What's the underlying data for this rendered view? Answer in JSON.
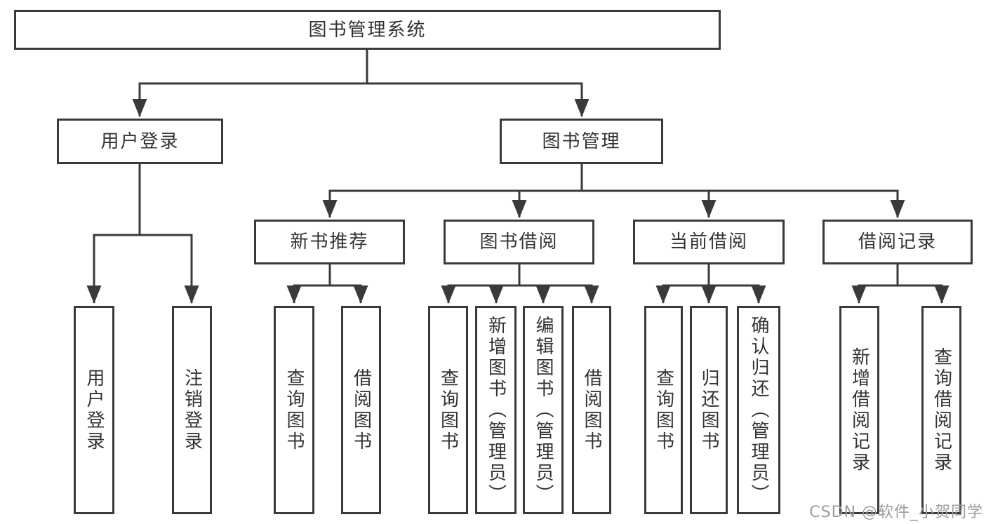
{
  "diagram_title": "图书管理系统",
  "colors": {
    "line": "#3a3a3a",
    "box_border": "#3a3a3a",
    "text": "#333333",
    "background": "#ffffff",
    "watermark": "#9d9d9d"
  },
  "tree": {
    "label": "图书管理系统",
    "children": [
      {
        "label": "用户登录",
        "children": [
          {
            "label": "用户登录"
          },
          {
            "label": "注销登录"
          }
        ]
      },
      {
        "label": "图书管理",
        "children": [
          {
            "label": "新书推荐",
            "children": [
              {
                "label": "查询图书"
              },
              {
                "label": "借阅图书"
              }
            ]
          },
          {
            "label": "图书借阅",
            "children": [
              {
                "label": "查询图书"
              },
              {
                "label": "新增图书（管理员）"
              },
              {
                "label": "编辑图书（管理员）"
              },
              {
                "label": "借阅图书"
              }
            ]
          },
          {
            "label": "当前借阅",
            "children": [
              {
                "label": "查询图书"
              },
              {
                "label": "归还图书"
              },
              {
                "label": "确认归还（管理员）"
              }
            ]
          },
          {
            "label": "借阅记录",
            "children": [
              {
                "label": "新增借阅记录"
              },
              {
                "label": "查询借阅记录"
              }
            ]
          }
        ]
      }
    ]
  },
  "watermark": "CSDN @软件_小贺同学"
}
